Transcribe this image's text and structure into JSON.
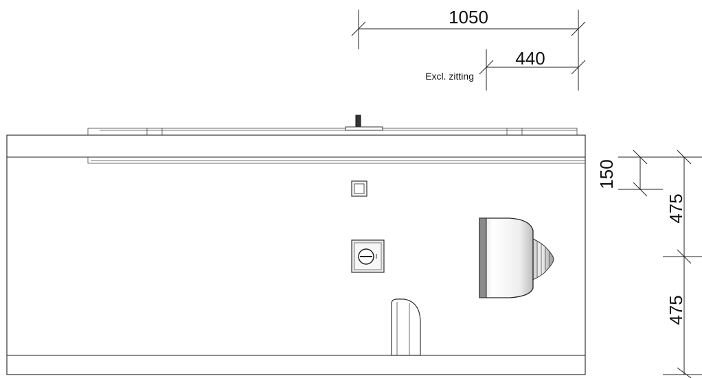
{
  "dimensions": {
    "top_total": "1050",
    "top_partial": "440",
    "top_partial_note": "Excl. zitting",
    "right_top": "150",
    "right_upper": "475",
    "right_lower": "475"
  }
}
